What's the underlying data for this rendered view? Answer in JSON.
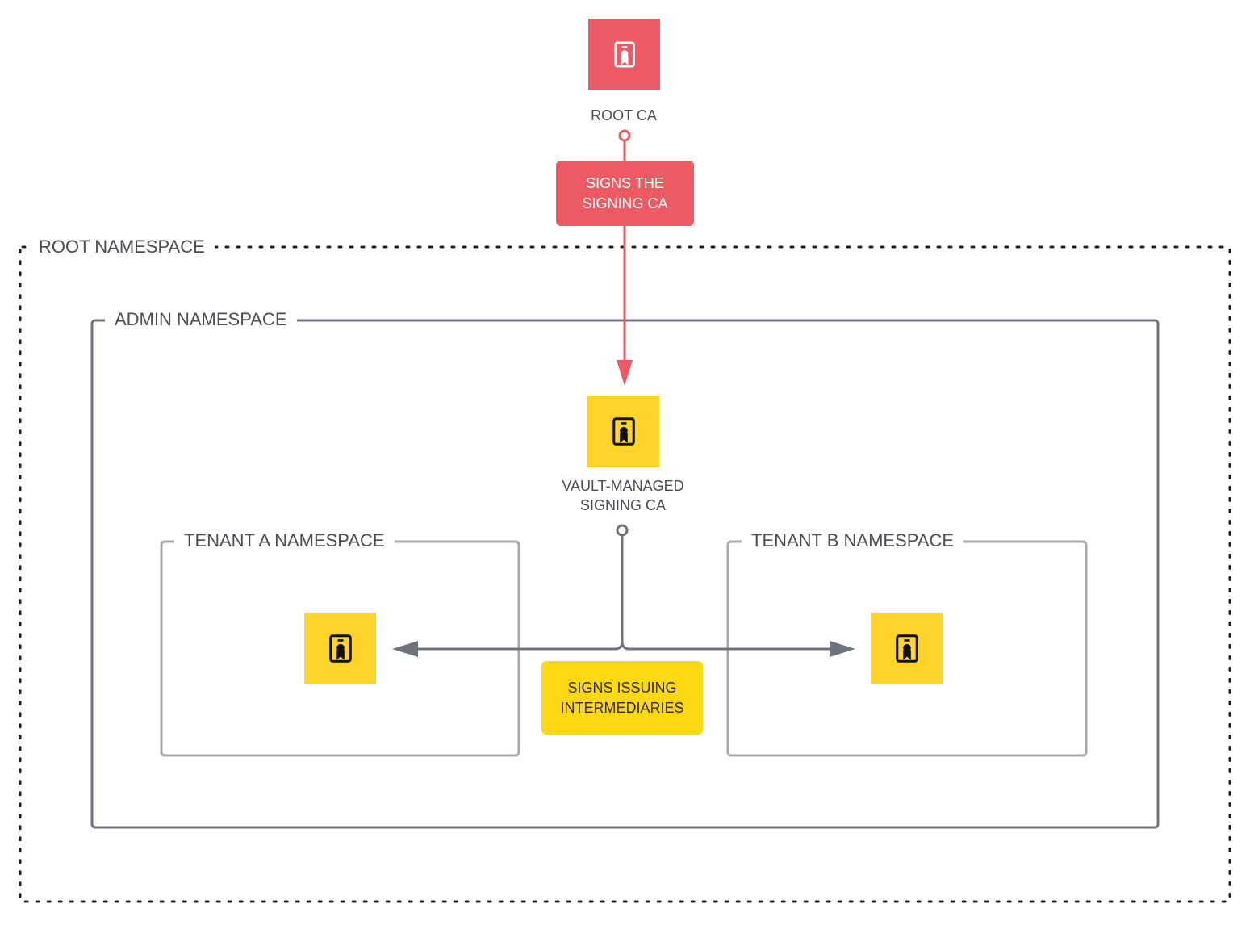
{
  "namespaces": {
    "root": "ROOT NAMESPACE",
    "admin": "ADMIN NAMESPACE",
    "tenant_a": "TENANT A NAMESPACE",
    "tenant_b": "TENANT B NAMESPACE"
  },
  "nodes": {
    "root_ca": {
      "label": "ROOT CA",
      "icon": "certificate-icon",
      "color": "#ee5a63"
    },
    "signing_ca": {
      "label_line1": "VAULT-MANAGED",
      "label_line2": "SIGNING CA",
      "icon": "certificate-icon",
      "color": "#ffd42a"
    },
    "tenant_a_cert": {
      "icon": "certificate-icon",
      "color": "#ffd42a"
    },
    "tenant_b_cert": {
      "icon": "certificate-icon",
      "color": "#ffd42a"
    }
  },
  "edges": {
    "signs_signing_ca": {
      "line1": "SIGNS THE",
      "line2": "SIGNING CA",
      "color": "#ee5a63"
    },
    "signs_intermediaries": {
      "line1": "SIGNS ISSUING",
      "line2": "INTERMEDIARIES",
      "color": "#ffd814"
    }
  },
  "colors": {
    "connector_gray": "#6e737d",
    "namespace_border": "#6e737d",
    "tenant_border": "#a4a8ae",
    "root_border": "#1f1f1f"
  }
}
